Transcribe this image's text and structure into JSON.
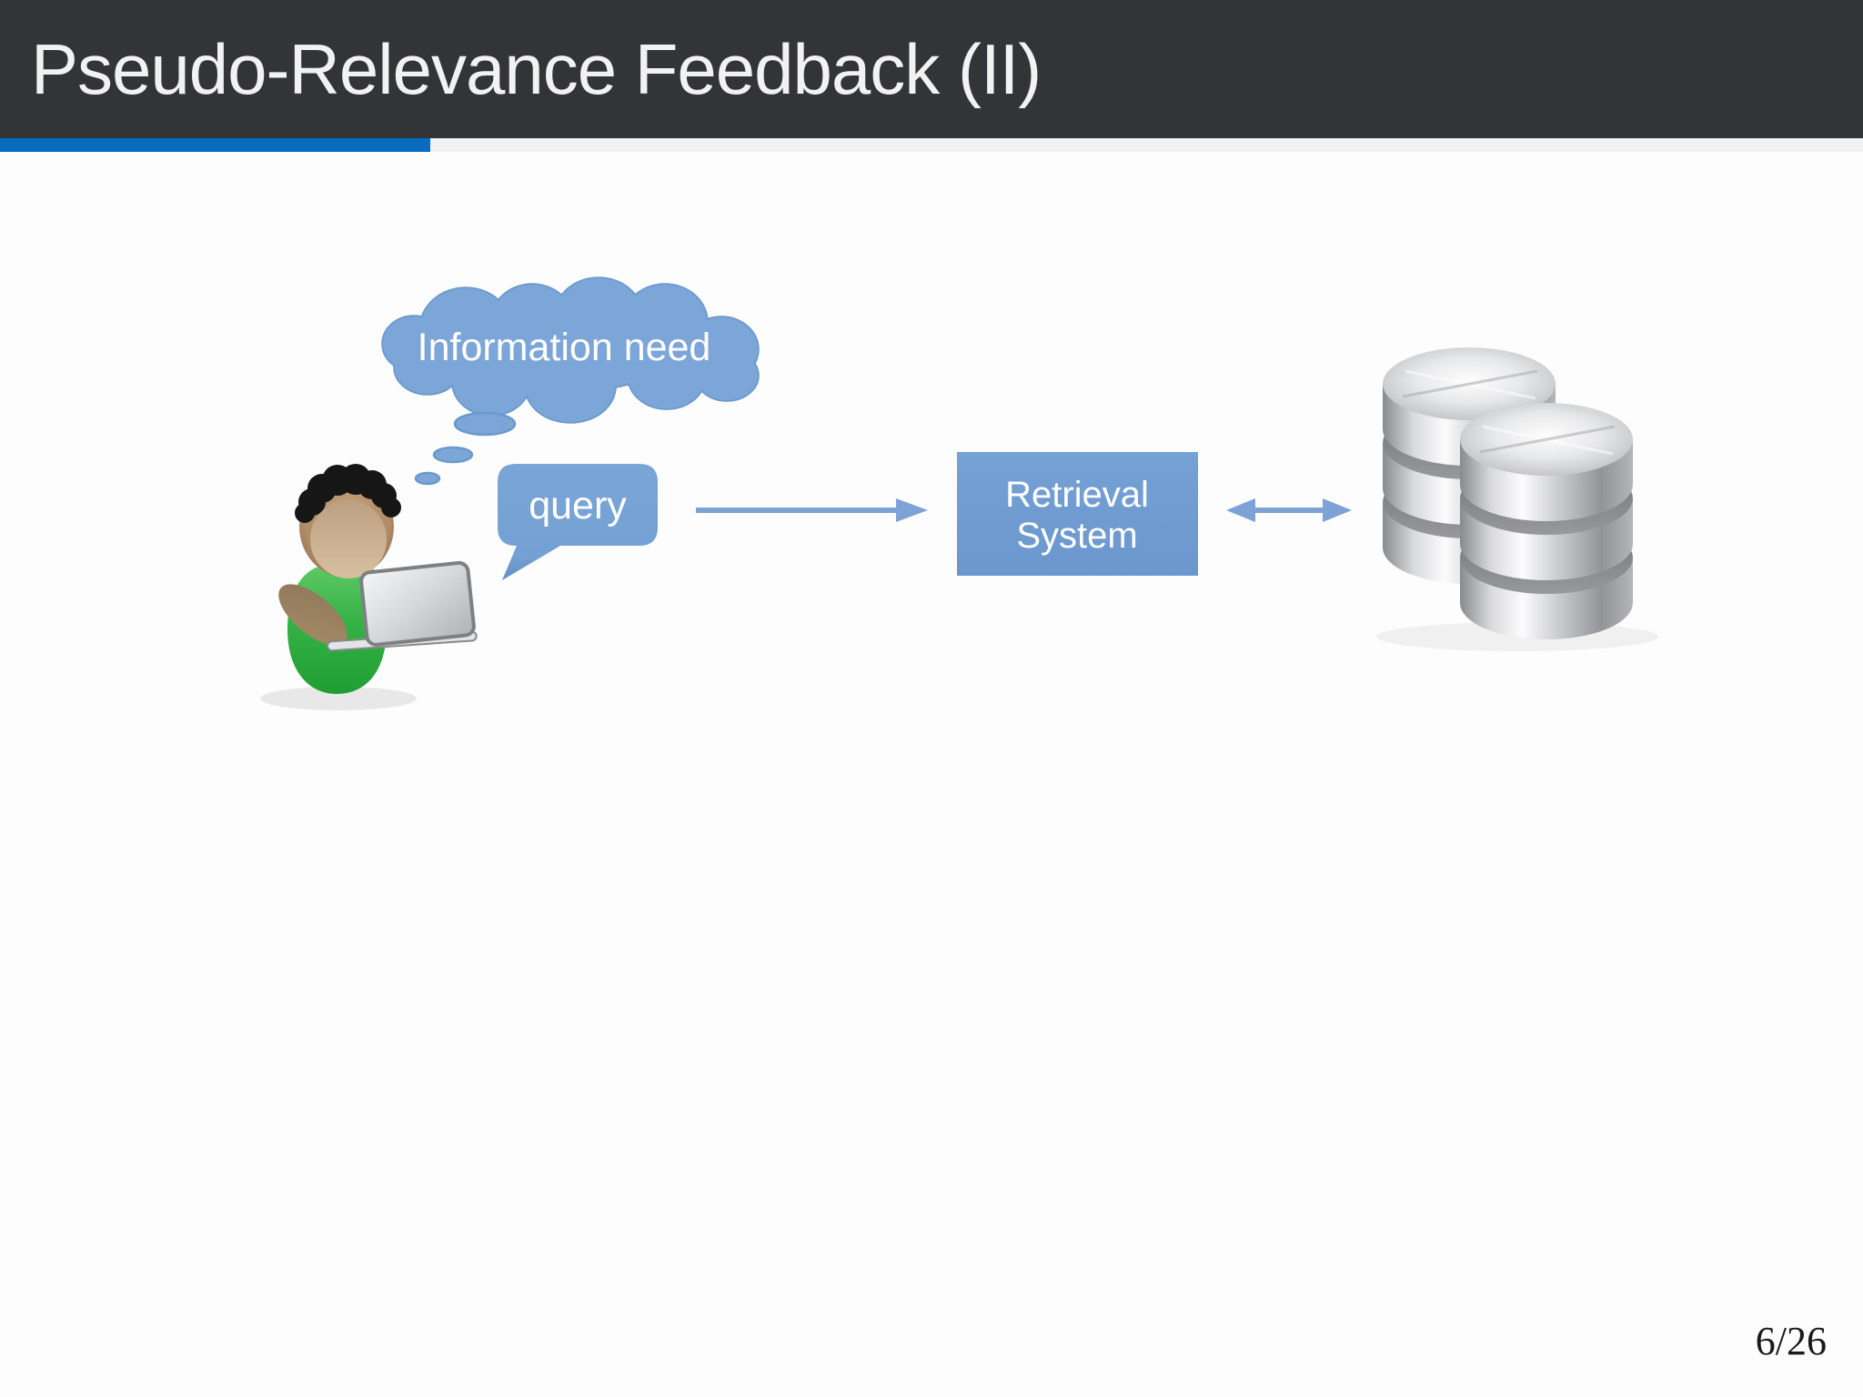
{
  "slide": {
    "title": "Pseudo-Relevance Feedback (II)",
    "page_number": "6/26",
    "progress": {
      "current": 6,
      "total": 26
    }
  },
  "colors": {
    "header_bg": "#333437",
    "title_text": "#f2f2f2",
    "progress_accent_blue": "#0a6cbe",
    "progress_track_gray": "#f1f1f2",
    "diagram_blue_fill": "#7ca6d8",
    "diagram_blue_outline": "#6b99cc",
    "retrieval_box_blue": "#6f9cd2",
    "diagram_text_white": "#ffffff",
    "person_green": "#35b245",
    "page_number_text": "#1a1a1a"
  },
  "diagram": {
    "thought_cloud": {
      "label": "Information need"
    },
    "query_bubble": {
      "label": "query"
    },
    "retrieval_box": {
      "line1": "Retrieval",
      "line2": "System"
    },
    "icons": {
      "user": "person-with-laptop",
      "database": "stacked-database-cylinders",
      "arrow_right": "right-arrow",
      "double_arrow": "double-headed-arrow"
    }
  }
}
